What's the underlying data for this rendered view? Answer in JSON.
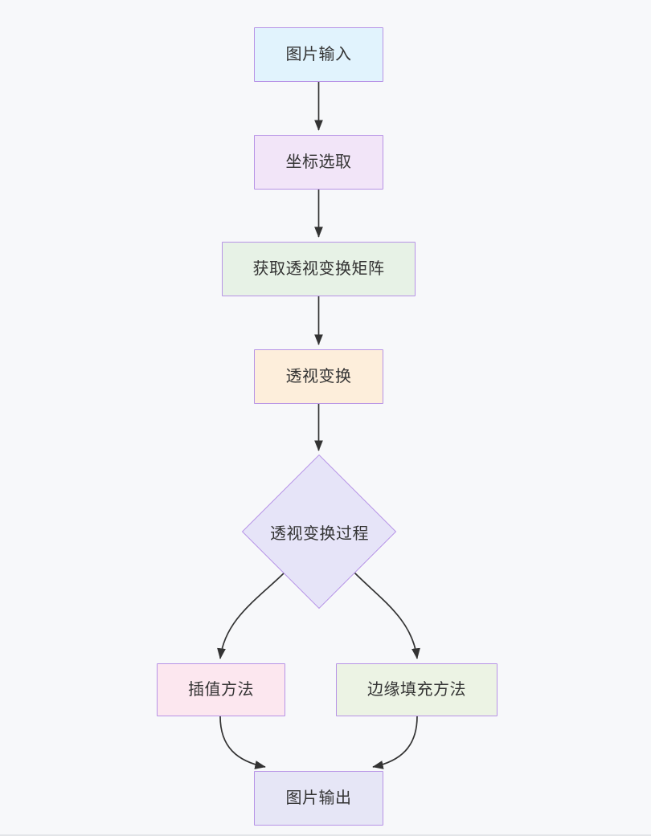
{
  "diagram": {
    "type": "flowchart",
    "orientation": "top-to-bottom",
    "background_color": "#f7f8fa",
    "node_border_color": "#b793e6",
    "edge_color": "#333333",
    "text_color": "#333333",
    "nodes": [
      {
        "id": "image-input",
        "label": "图片输入",
        "shape": "rectangle",
        "fill": "#e1f3fd"
      },
      {
        "id": "coord-select",
        "label": "坐标选取",
        "shape": "rectangle",
        "fill": "#f2e5f8"
      },
      {
        "id": "get-matrix",
        "label": "获取透视变换矩阵",
        "shape": "rectangle",
        "fill": "#e7f2e6"
      },
      {
        "id": "perspective",
        "label": "透视变换",
        "shape": "rectangle",
        "fill": "#fdeedb"
      },
      {
        "id": "process",
        "label": "透视变换过程",
        "shape": "diamond",
        "fill": "#e6e4f8"
      },
      {
        "id": "interpolation",
        "label": "插值方法",
        "shape": "rectangle",
        "fill": "#fce7ef"
      },
      {
        "id": "border-fill",
        "label": "边缘填充方法",
        "shape": "rectangle",
        "fill": "#ecf3e4"
      },
      {
        "id": "image-output",
        "label": "图片输出",
        "shape": "rectangle",
        "fill": "#e6e6f6"
      }
    ],
    "edges": [
      {
        "from": "image-input",
        "to": "coord-select",
        "label": "",
        "style": "straight-arrow"
      },
      {
        "from": "coord-select",
        "to": "get-matrix",
        "label": "",
        "style": "straight-arrow"
      },
      {
        "from": "get-matrix",
        "to": "perspective",
        "label": "",
        "style": "straight-arrow"
      },
      {
        "from": "perspective",
        "to": "process",
        "label": "",
        "style": "straight-arrow"
      },
      {
        "from": "process",
        "to": "interpolation",
        "label": "",
        "style": "curved-arrow"
      },
      {
        "from": "process",
        "to": "border-fill",
        "label": "",
        "style": "curved-arrow"
      },
      {
        "from": "interpolation",
        "to": "image-output",
        "label": "",
        "style": "curved-arrow"
      },
      {
        "from": "border-fill",
        "to": "image-output",
        "label": "",
        "style": "curved-arrow"
      }
    ]
  }
}
